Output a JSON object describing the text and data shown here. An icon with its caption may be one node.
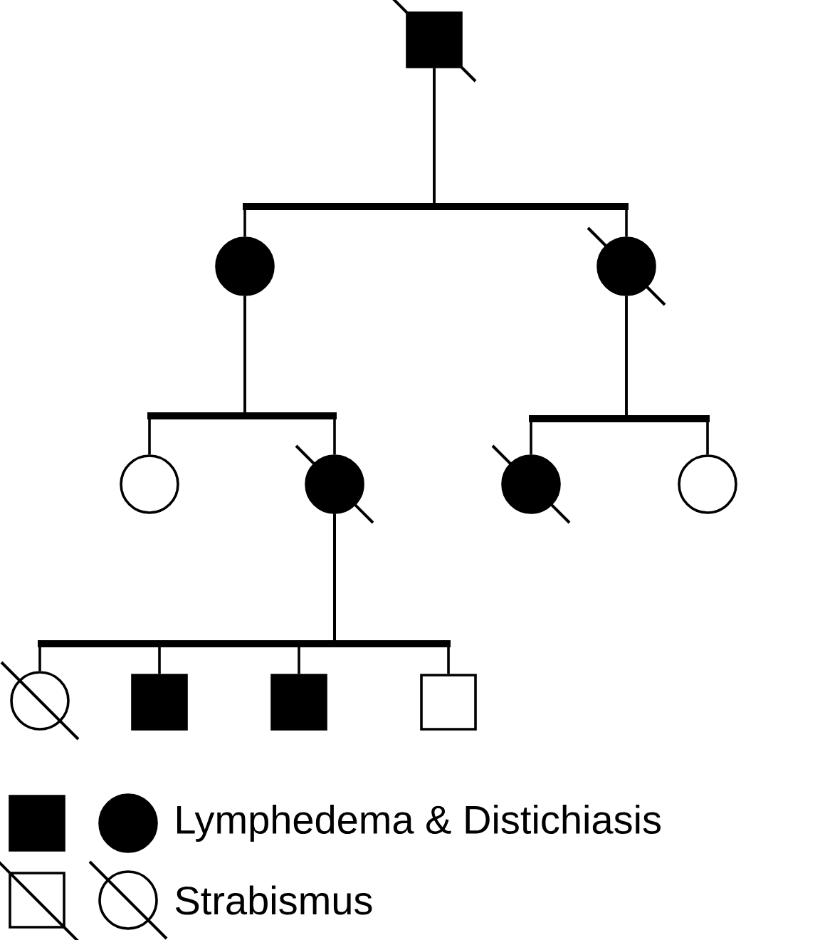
{
  "diagram": {
    "nodes": [
      {
        "text": [],
        "shape": "box"
      },
      {
        "text": [],
        "shape": "circle"
      },
      {
        "text": [],
        "shape": "circle"
      },
      {
        "text": [],
        "shape": "circle"
      },
      {
        "text": [],
        "shape": "circle"
      },
      {
        "text": [],
        "shape": "circle"
      },
      {
        "text": [],
        "shape": "circle"
      },
      {
        "text": [],
        "shape": "circle"
      },
      {
        "text": [],
        "shape": "box"
      },
      {
        "text": [],
        "shape": "box"
      },
      {
        "text": [],
        "shape": "box"
      }
    ],
    "edges": [
      {
        "from": 0,
        "to": 1,
        "arrow": "none"
      },
      {
        "from": 0,
        "to": 2,
        "arrow": "none"
      },
      {
        "from": 1,
        "to": 3,
        "arrow": "none"
      },
      {
        "from": 1,
        "to": 4,
        "arrow": "none"
      },
      {
        "from": 2,
        "to": 5,
        "arrow": "none"
      },
      {
        "from": 2,
        "to": 6,
        "arrow": "none"
      },
      {
        "from": 4,
        "to": 7,
        "arrow": "none"
      },
      {
        "from": 4,
        "to": 8,
        "arrow": "none"
      },
      {
        "from": 4,
        "to": 9,
        "arrow": "none"
      },
      {
        "from": 4,
        "to": 10,
        "arrow": "none"
      }
    ],
    "legend": [
      {
        "text": "Lymphedema & Distichiasis"
      },
      {
        "text": "Strabismus"
      }
    ]
  }
}
